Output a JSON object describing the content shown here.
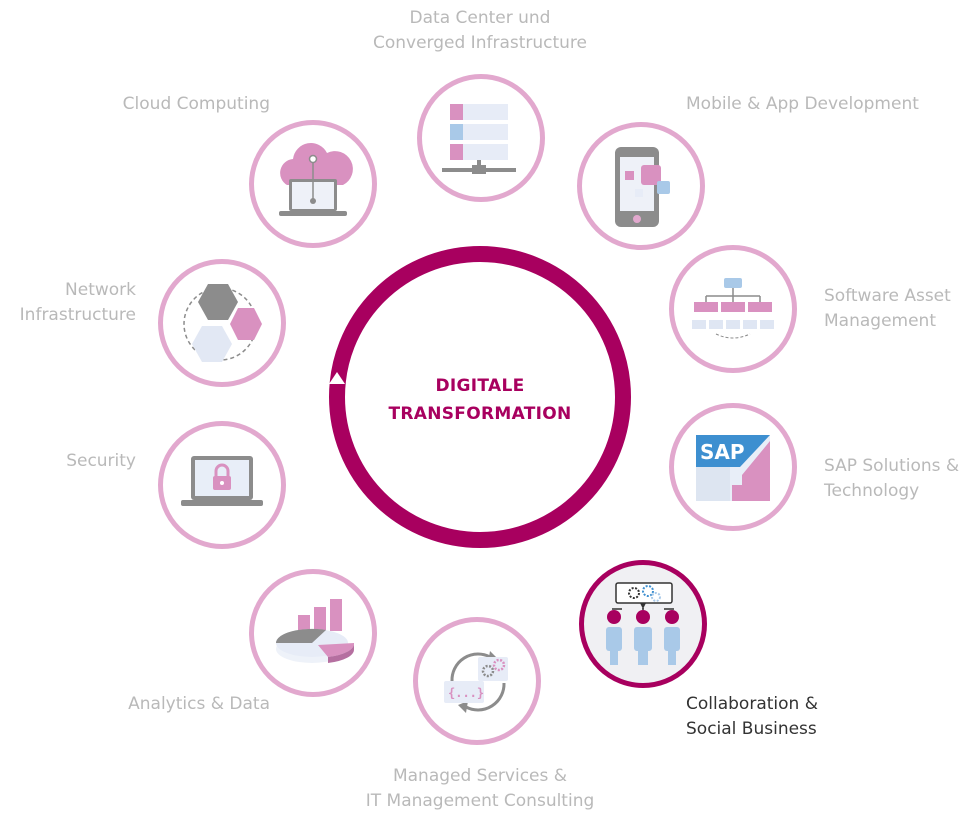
{
  "center": {
    "line1": "DIGITALE",
    "line2": "TRANSFORMATION"
  },
  "colors": {
    "accent": "#a8005f",
    "ring_light": "#e2a8ce",
    "pink": "#d991c0",
    "blue": "#a9c9e8",
    "gray": "#8c8c8c",
    "label_gray": "#b9b9b9",
    "label_active": "#333333"
  },
  "nodes": [
    {
      "id": "data-center",
      "icon": "server-rack-icon",
      "lines": [
        "Data Center und",
        "Converged Infrastructure"
      ],
      "active": false
    },
    {
      "id": "mobile",
      "icon": "smartphone-icon",
      "lines": [
        "Mobile & App Development"
      ],
      "active": false
    },
    {
      "id": "software-asset",
      "icon": "org-chart-icon",
      "lines": [
        "Software Asset",
        "Management"
      ],
      "active": false
    },
    {
      "id": "sap",
      "icon": "sap-logo-icon",
      "lines": [
        "SAP Solutions &",
        "Technology"
      ],
      "active": false
    },
    {
      "id": "collaboration",
      "icon": "people-collaboration-icon",
      "lines": [
        "Collaboration &",
        "Social Business"
      ],
      "active": true
    },
    {
      "id": "managed-services",
      "icon": "service-cycle-icon",
      "lines": [
        "Managed Services &",
        "IT Management Consulting"
      ],
      "active": false
    },
    {
      "id": "analytics",
      "icon": "charts-icon",
      "lines": [
        "Analytics & Data"
      ],
      "active": false
    },
    {
      "id": "security",
      "icon": "laptop-lock-icon",
      "lines": [
        "Security"
      ],
      "active": false
    },
    {
      "id": "network",
      "icon": "hexagon-network-icon",
      "lines": [
        "Network",
        "Infrastructure"
      ],
      "active": false
    },
    {
      "id": "cloud",
      "icon": "cloud-laptop-icon",
      "lines": [
        "Cloud Computing"
      ],
      "active": false
    }
  ]
}
